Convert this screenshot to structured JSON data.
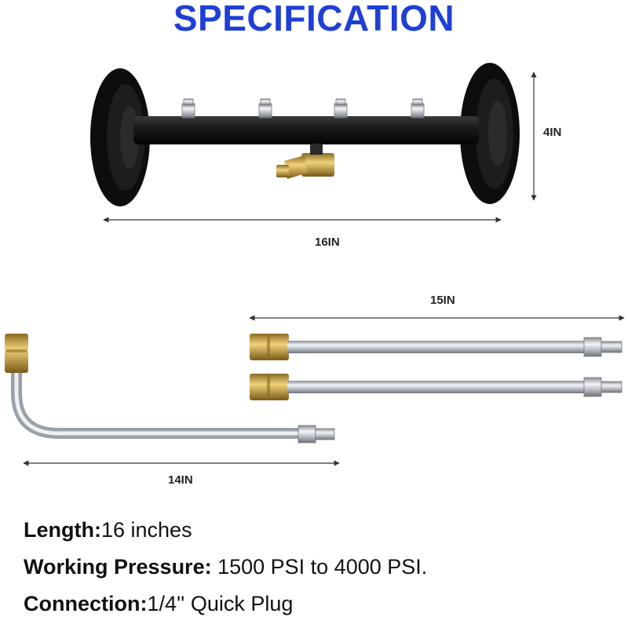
{
  "title": "SPECIFICATION",
  "colors": {
    "title": "#1f3fd6",
    "metal": "#c8ccd2",
    "brass": "#c9a24a",
    "black": "#141414"
  },
  "dimensions": {
    "bar_height": "4IN",
    "bar_length": "16IN",
    "wand_straight_length": "15IN",
    "wand_bent_length": "14IN"
  },
  "specs": [
    {
      "label": "Length:",
      "value": "16 inches"
    },
    {
      "label": "Working Pressure:",
      "value": " 1500 PSI to 4000 PSI."
    },
    {
      "label": "Connection:",
      "value": "1/4'' Quick Plug"
    }
  ]
}
